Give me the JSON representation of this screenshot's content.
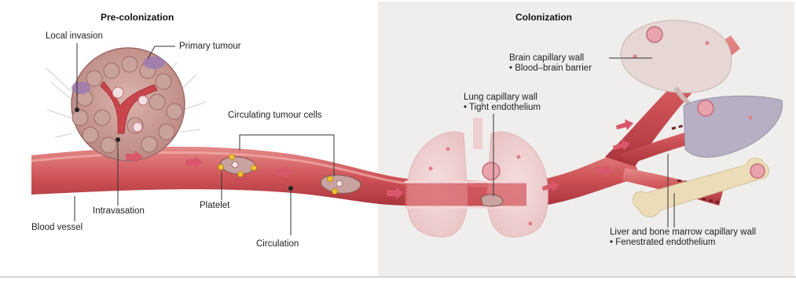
{
  "sections": {
    "pre_colonization": "Pre-colonization",
    "colonization": "Colonization"
  },
  "labels": {
    "local_invasion": "Local invasion",
    "primary_tumour": "Primary tumour",
    "circulating_tumour_cells": "Circulating tumour cells",
    "intravasation": "Intravasation",
    "platelet": "Platelet",
    "blood_vessel": "Blood vessel",
    "circulation": "Circulation",
    "lung_wall_title": "Lung capillary wall",
    "lung_wall_detail": "• Tight endothelium",
    "brain_wall_title": "Brain capillary wall",
    "brain_wall_detail": "• Blood–brain barrier",
    "liver_wall_title": "Liver and bone marrow capillary wall",
    "liver_wall_detail": "• Fenestrated endothelium"
  },
  "colors": {
    "vessel": "#c8464c",
    "vessel_light": "#e07f80",
    "colonization_bg": "#efeeec",
    "tumour": "#c99d96",
    "tumour_border": "#a06a66",
    "arrow": "#d9576a",
    "platelet": "#f2c230"
  }
}
